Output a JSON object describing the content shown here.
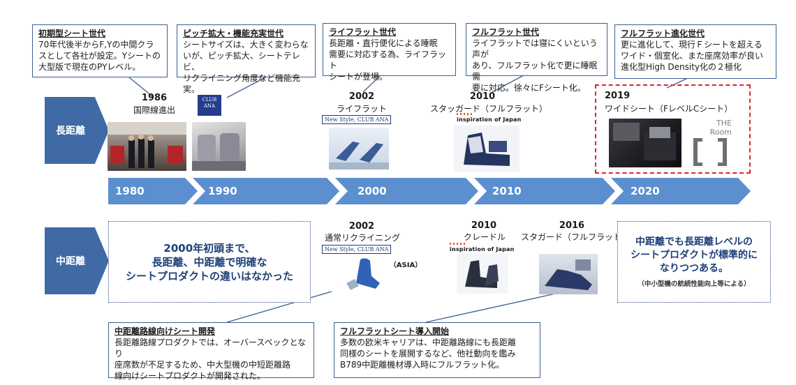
{
  "callouts": [
    {
      "title": "初期型シート世代",
      "body": "70年代後半からF,Yの中間クラ\nスとして各社が設定。Yシートの\n大型版で現在のPYレベル。"
    },
    {
      "title": "ピッチ拡大・機能充実世代",
      "body": "シートサイズは、大きく変わらな\nいが、ピッチ拡大、シートテレビ、\nリクライニング角度など機能充実。"
    },
    {
      "title": "ライフラット世代",
      "body": "長距離・直行便化による睡眠\n需要に対応する為、ライフラット\nシートが登場。"
    },
    {
      "title": "フルフラット世代",
      "body": "ライフラットでは寝にくいという声が\nあり、フルフラット化で更に睡眠需\n要に対応。徐々にFシート化。"
    },
    {
      "title": "フルフラット進化世代",
      "body": "更に進化して、現行Ｆシートを超える\nワイド・個室化、また座席効率が良い\n進化型High Density化の２極化"
    }
  ],
  "categories": {
    "long_haul": "長距離",
    "medium_haul": "中距離"
  },
  "eras": [
    "1980",
    "1990",
    "2000",
    "2010",
    "2020"
  ],
  "long_haul": [
    {
      "year": "1986",
      "caption": "国際線進出"
    },
    {
      "year": "2002",
      "caption": "ライフラット",
      "brand": "New Style, CLUB ANA"
    },
    {
      "year": "2010",
      "caption": "スタッガード（フルフラット）",
      "brand": "inspiration of Japan"
    },
    {
      "year": "2019",
      "caption": "ワイドシート（FレベルCシート）",
      "brand": "THE Room"
    }
  ],
  "club_ana_logo": "CLUB ANA",
  "medium_haul": [
    {
      "year": "2002",
      "caption": "通常リクライニング",
      "brand": "New Style, CLUB ANA",
      "note": "（ASIA）"
    },
    {
      "year": "2010",
      "caption": "クレードル",
      "brand": "inspiration of Japan"
    },
    {
      "year": "2016",
      "caption": "スタガード（フルフラット）"
    }
  ],
  "left_note": "2000年初頭まで、\n長距離、中距離で明確な\nシートプロダクトの違いはなかった",
  "right_note": {
    "main": "中距離でも長距離レベルの\nシートプロダクトが標準的に\nなりつつある。",
    "sub": "（中小型機の航続性能向上等による）"
  },
  "bottom_callouts": [
    {
      "title": "中距離路線向けシート開発",
      "body": "長距離路線プロダクトでは、オーバースペックとなり\n座席数が不足するため、中大型機の中短距離路\n線向けシートプロダクトが開発された。"
    },
    {
      "title": "フルフラットシート導入開始",
      "body": "多数の欧米キャリアは、中距離路線にも長距離\n同様のシートを展開するなど、他社動向を鑑み\nB789中距離機材導入時にフルフラット化。"
    }
  ],
  "colors": {
    "accent": "#3f6aa5",
    "timeline": "#5b8fd0",
    "highlight": "#d62828"
  }
}
